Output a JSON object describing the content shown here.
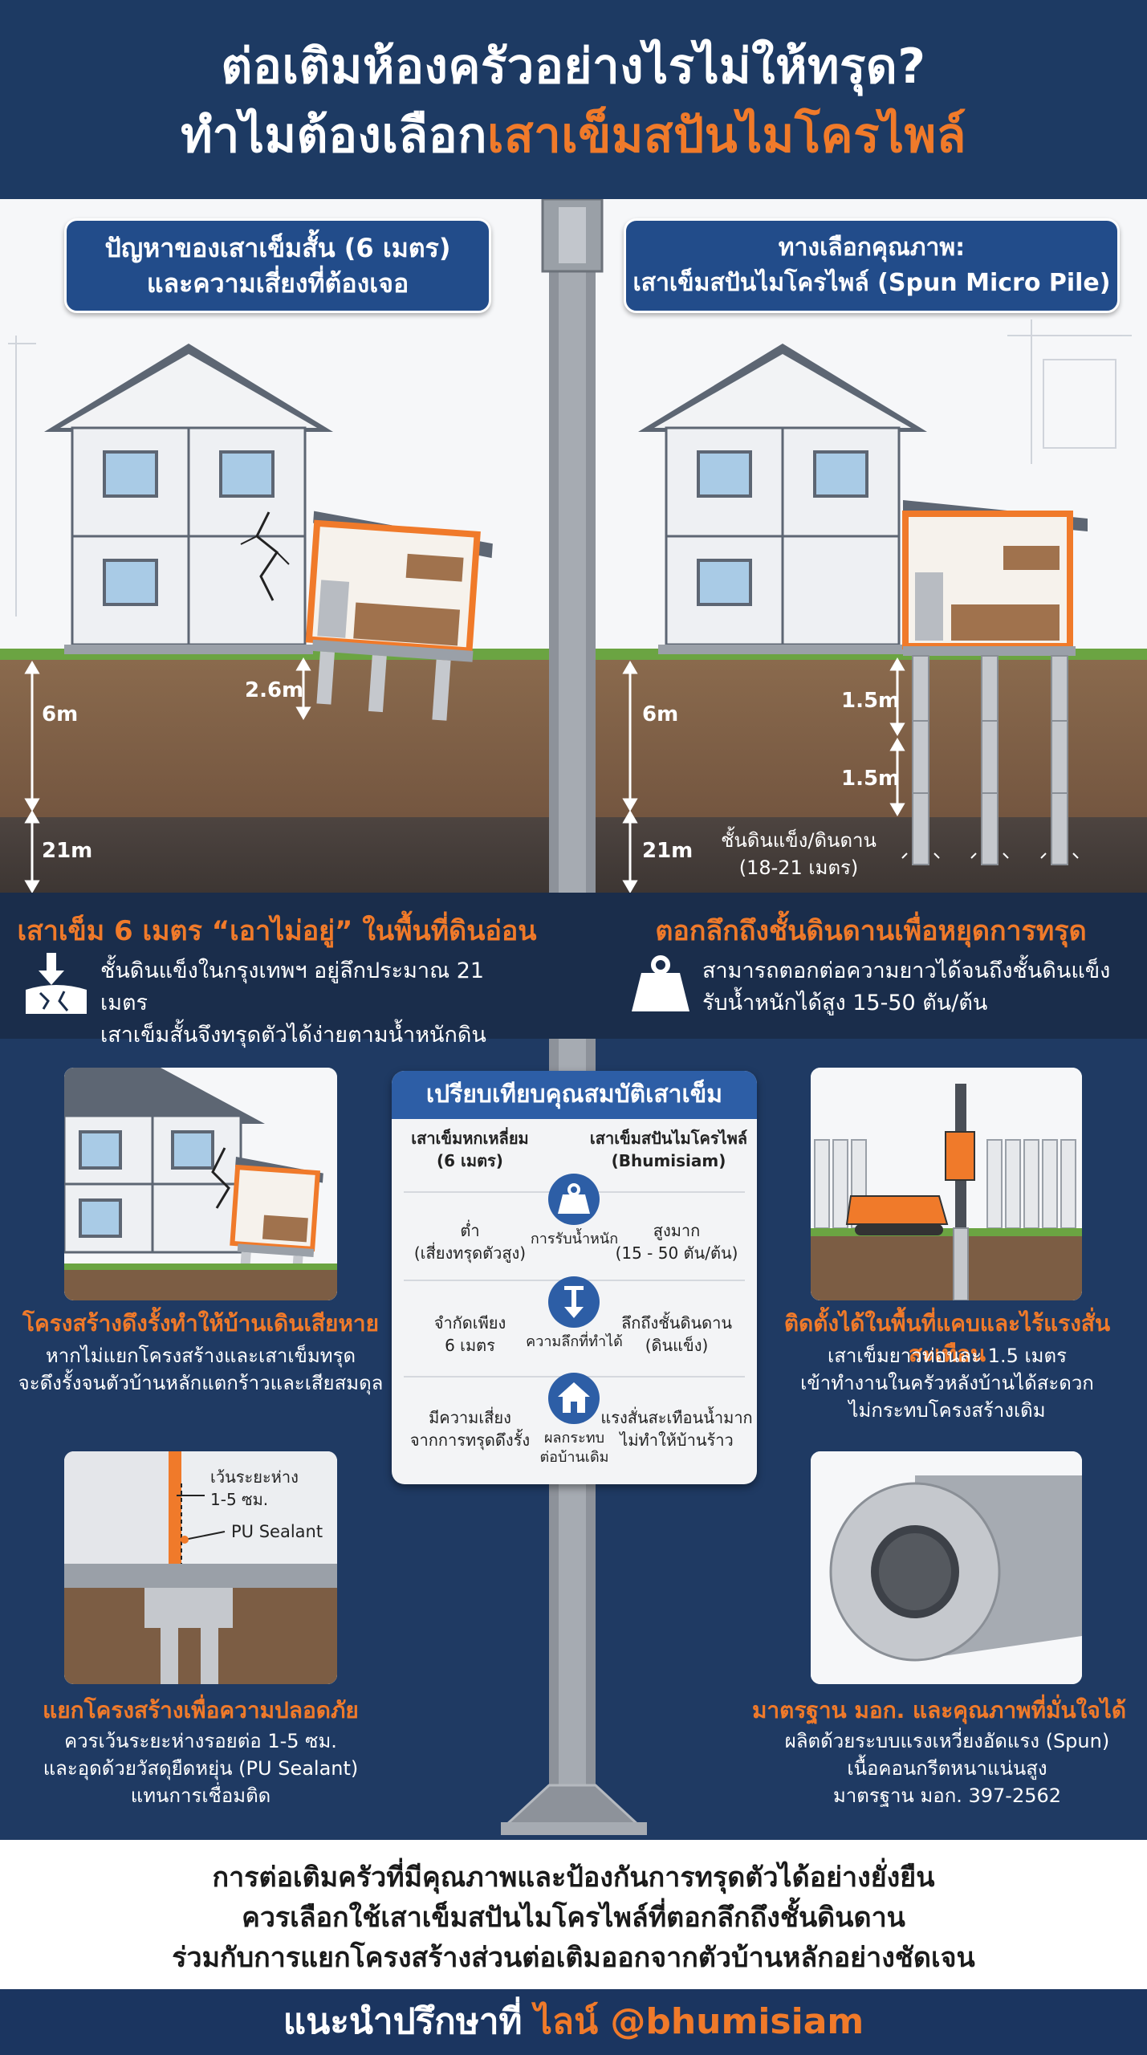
{
  "header": {
    "line1": "ต่อเติมห้องครัวอย่างไรไม่ให้ทรุด?",
    "line2_prefix": "ทำไมต้องเลือก",
    "line2_highlight": "เสาเข็มสปันไมโครไพล์"
  },
  "left_panel": {
    "title_line1": "ปัญหาของเสาเข็มสั้น (6 เมตร)",
    "title_line2": "และความเสี่ยงที่ต้องเจอ",
    "gap_label": "2.6m",
    "depth_6": "6m",
    "depth_21": "21m"
  },
  "right_panel": {
    "title_line1": "ทางเลือกคุณภาพ:",
    "title_line2": "เสาเข็มสปันไมโครไพล์ (Spun Micro Pile)",
    "seg1": "1.5m",
    "seg2": "1.5m",
    "depth_6": "6m",
    "depth_21": "21m",
    "hard_soil_line1": "ชั้นดินแข็ง/ดินดาน",
    "hard_soil_line2": "(18-21 เมตร)"
  },
  "band": {
    "left_heading": "เสาเข็ม 6 เมตร “เอาไม่อยู่” ในพื้นที่ดินอ่อน",
    "left_text_line1": "ชั้นดินแข็งในกรุงเทพฯ อยู่ลึกประมาณ 21 เมตร",
    "left_text_line2": "เสาเข็มสั้นจึงทรุดตัวได้ง่ายตามน้ำหนักดิน",
    "right_heading": "ตอกลึกถึงชั้นดินดานเพื่อหยุดการทรุด",
    "right_text_line1": "สามารถตอกต่อความยาวได้จนถึงชั้นดินแข็ง",
    "right_text_line2": "รับน้ำหนักได้สูง 15-50 ตัน/ต้น"
  },
  "comparison": {
    "title": "เปรียบเทียบคุณสมบัติเสาเข็ม",
    "col_left_line1": "เสาเข็มหกเหลี่ยม",
    "col_left_line2": "(6 เมตร)",
    "col_right_line1": "เสาเข็มสปันไมโครไพล์",
    "col_right_line2": "(Bhumisiam)",
    "rows": [
      {
        "left1": "ต่ำ",
        "left2": "(เสี่ยงทรุดตัวสูง)",
        "mid1": "การรับน้ำหนัก",
        "mid2": "",
        "right1": "สูงมาก",
        "right2": "(15 - 50 ตัน/ต้น)"
      },
      {
        "left1": "จำกัดเพียง",
        "left2": "6 เมตร",
        "mid1": "ความลึกที่ทำได้",
        "mid2": "",
        "right1": "ลึกถึงชั้นดินดาน",
        "right2": "(ดินแข็ง)"
      },
      {
        "left1": "มีความเสี่ยง",
        "left2": "จากการทรุดดึงรั้ง",
        "mid1": "ผลกระทบ",
        "mid2": "ต่อบ้านเดิม",
        "right1": "แรงสั่นสะเทือนน้ำมาก",
        "right2": "ไม่ทำให้บ้านร้าว"
      }
    ]
  },
  "card_tl": {
    "heading": "โครงสร้างดึงรั้งทำให้บ้านเดินเสียหาย",
    "line1": "หากไม่แยกโครงสร้างและเสาเข็มทรุด",
    "line2": "จะดึงรั้งจนตัวบ้านหลักแตกร้าวและเสียสมดุล"
  },
  "card_tr": {
    "heading": "ติดตั้งได้ในพื้นที่แคบและไร้แรงสั่นสะเทือน",
    "line1": "เสาเข็มยาวท่อนละ 1.5 เมตร",
    "line2": "เข้าทำงานในครัวหลังบ้านได้สะดวก",
    "line3": "ไม่กระทบโครงสร้างเดิม"
  },
  "card_bl": {
    "gap_label_line1": "เว้นระยะห่าง",
    "gap_label_line2": "1-5 ซม.",
    "sealant_label": "PU Sealant",
    "heading": "แยกโครงสร้างเพื่อความปลอดภัย",
    "line1": "ควรเว้นระยะห่างรอยต่อ 1-5 ซม.",
    "line2": "และอุดด้วยวัสดุยืดหยุ่น (PU Sealant)",
    "line3": "แทนการเชื่อมติด"
  },
  "card_br": {
    "heading": "มาตรฐาน มอก. และคุณภาพที่มั่นใจได้",
    "line1": "ผลิตด้วยระบบแรงเหวี่ยงอัดแรง (Spun)",
    "line2": "เนื้อคอนกรีตหนาแน่นสูง",
    "line3": "มาตรฐาน มอก. 397-2562"
  },
  "footer": {
    "line1": "การต่อเติมครัวที่มีคุณภาพและป้องกันการทรุดตัวได้อย่างยั่งยืน",
    "line2": "ควรเลือกใช้เสาเข็มสปันไมโครไพล์ที่ตอกลึกถึงชั้นดินดาน",
    "line3": "ร่วมกับการแยกโครงสร้างส่วนต่อเติมออกจากตัวบ้านหลักอย่างชัดเจน"
  },
  "cta": {
    "prefix": "แนะนำปรึกษาที่ ",
    "highlight": "ไลน์ @bhumisiam"
  },
  "colors": {
    "navy": "#1d3a63",
    "orange": "#f07a2a",
    "blue": "#224c8a",
    "grass": "#6ba442"
  }
}
